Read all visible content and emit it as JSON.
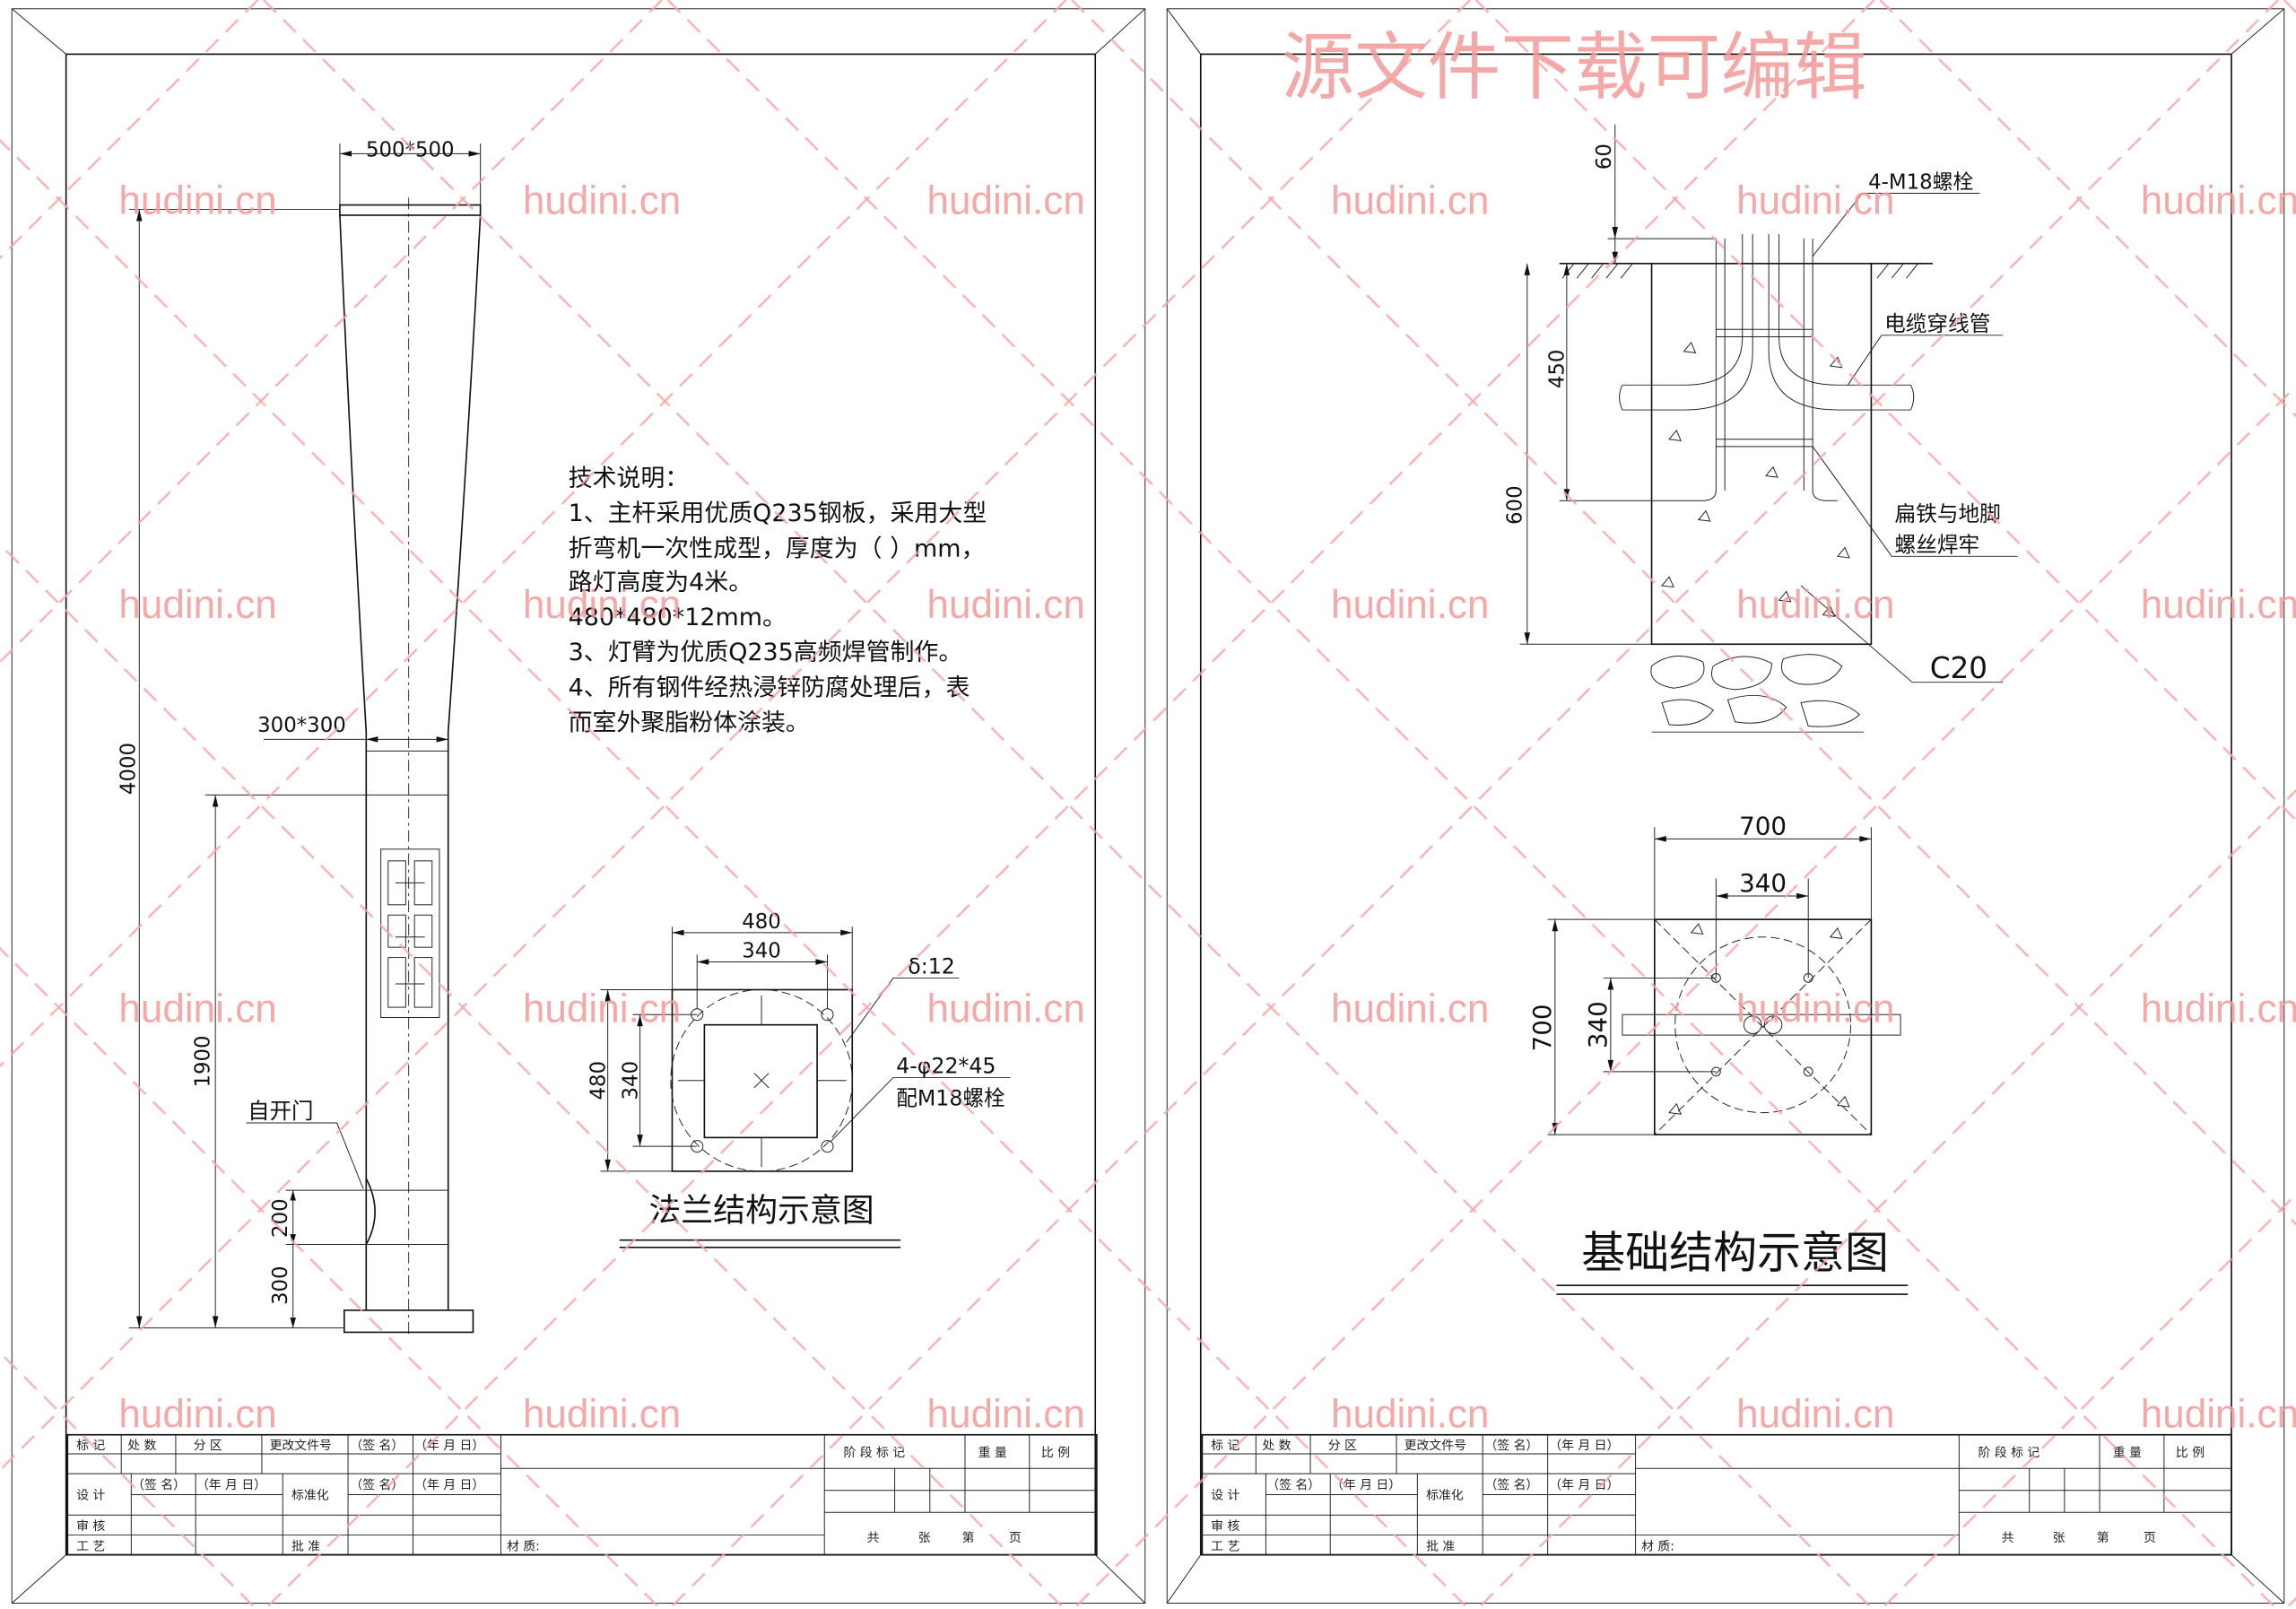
{
  "watermark": {
    "text": "hudini.cn",
    "banner": "源文件下载可编辑",
    "color": "#f49a9a"
  },
  "pole": {
    "top_size": "500*500",
    "neck_size": "300*300",
    "height_dim": "4000",
    "door_height_dim": "1900",
    "door_dim": "200",
    "base_dim": "300",
    "door_label": "自开门"
  },
  "notes": {
    "title": "技术说明：",
    "lines": [
      "1、主杆采用优质Q235钢板，采用大型",
      "折弯机一次性成型，厚度为（   ）mm，",
      "路灯高度为4米。",
      "480*480*12mm。",
      "3、灯臂为优质Q235高频焊管制作。",
      "4、所有钢件经热浸锌防腐处理后，表",
      "而室外聚脂粉体涂装。"
    ]
  },
  "flange": {
    "outer_dim": "480",
    "inner_dim": "340",
    "thickness": "δ:12",
    "bolt_holes": "4-φ22*45",
    "bolt_spec": "配M18螺栓",
    "title": "法兰结构示意图"
  },
  "foundation_section": {
    "dim_top": "60",
    "dim_bolt": "450",
    "dim_depth": "600",
    "bolt_label": "4-M18螺栓",
    "conduit_label": "电缆穿线管",
    "weld_label_1": "扁铁与地脚",
    "weld_label_2": "螺丝焊牢",
    "concrete": "C20"
  },
  "foundation_plan": {
    "outer_dim": "700",
    "inner_dim": "340",
    "title": "基础结构示意图"
  },
  "title_block": {
    "mark": "标 记",
    "count": "处 数",
    "zone": "分 区",
    "change_doc": "更改文件号",
    "sign": "（签 名）",
    "date": "（年 月 日）",
    "design": "设 计",
    "standard": "标准化",
    "review": "审 核",
    "process": "工 艺",
    "approve": "批 准",
    "material": "材 质:",
    "stage": "阶 段 标 记",
    "weight": "重 量",
    "scale": "比 例",
    "sheets_total": "共",
    "sheets": "张",
    "sheet_no": "第",
    "page": "页"
  }
}
